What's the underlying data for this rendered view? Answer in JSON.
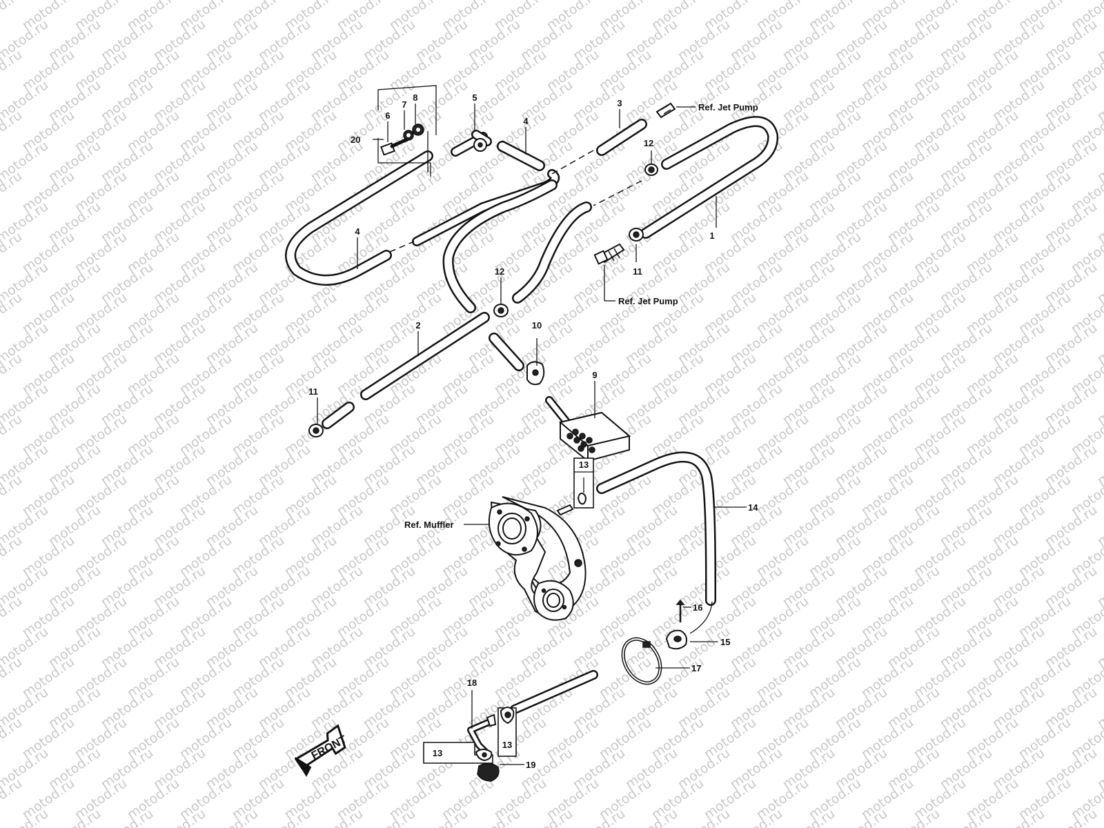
{
  "watermark": "motod.ru",
  "callouts": [
    "1",
    "2",
    "3",
    "4",
    "4",
    "5",
    "6",
    "7",
    "8",
    "9",
    "10",
    "11",
    "11",
    "12",
    "12",
    "13",
    "13",
    "13",
    "14",
    "15",
    "16",
    "17",
    "18",
    "19",
    "20"
  ],
  "references": {
    "jet_pump_top": "Ref. Jet Pump",
    "jet_pump_mid": "Ref. Jet Pump",
    "muffler": "Ref. Muffler"
  },
  "front_label": "FRONT"
}
